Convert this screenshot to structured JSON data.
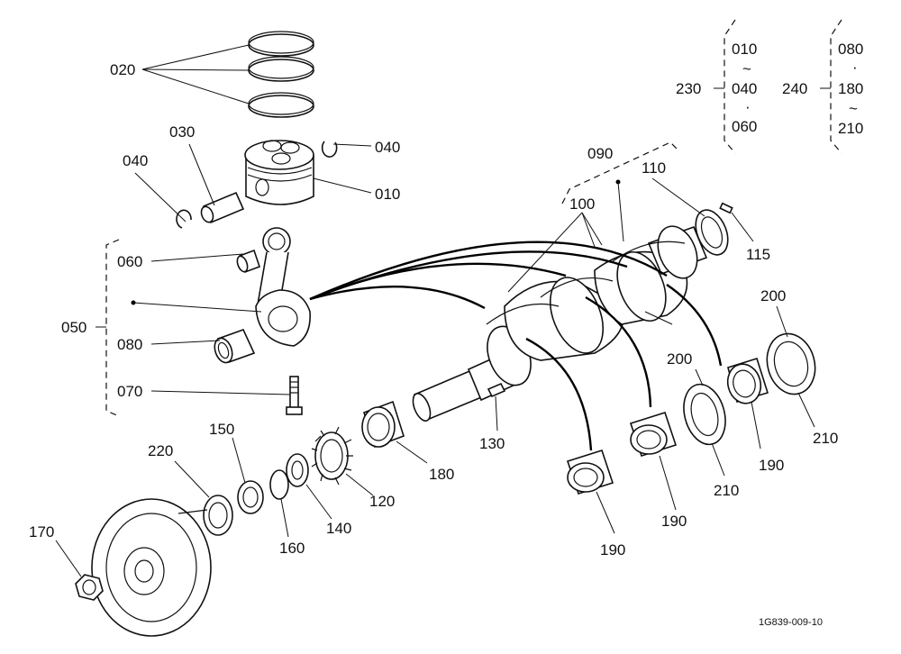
{
  "labels": {
    "p010": "010",
    "p020": "020",
    "p030": "030",
    "p040a": "040",
    "p040b": "040",
    "p050": "050",
    "p060": "060",
    "p070": "070",
    "p080": "080",
    "p090": "090",
    "p100": "100",
    "p110": "110",
    "p115": "115",
    "p120": "120",
    "p130": "130",
    "p140": "140",
    "p150": "150",
    "p160": "160",
    "p170": "170",
    "p180": "180",
    "p190a": "190",
    "p190b": "190",
    "p190c": "190",
    "p200a": "200",
    "p200b": "200",
    "p210a": "210",
    "p210b": "210",
    "p220": "220"
  },
  "legend": {
    "set230": {
      "label": "230",
      "line1": "010",
      "sep1": "~",
      "line2": "040",
      "sep2": "·",
      "line3": "060"
    },
    "set240": {
      "label": "240",
      "line1": "080",
      "sep1": "·",
      "line2": "180",
      "sep2": "~",
      "line3": "210"
    }
  },
  "drawing_code": "1G839-009-10"
}
